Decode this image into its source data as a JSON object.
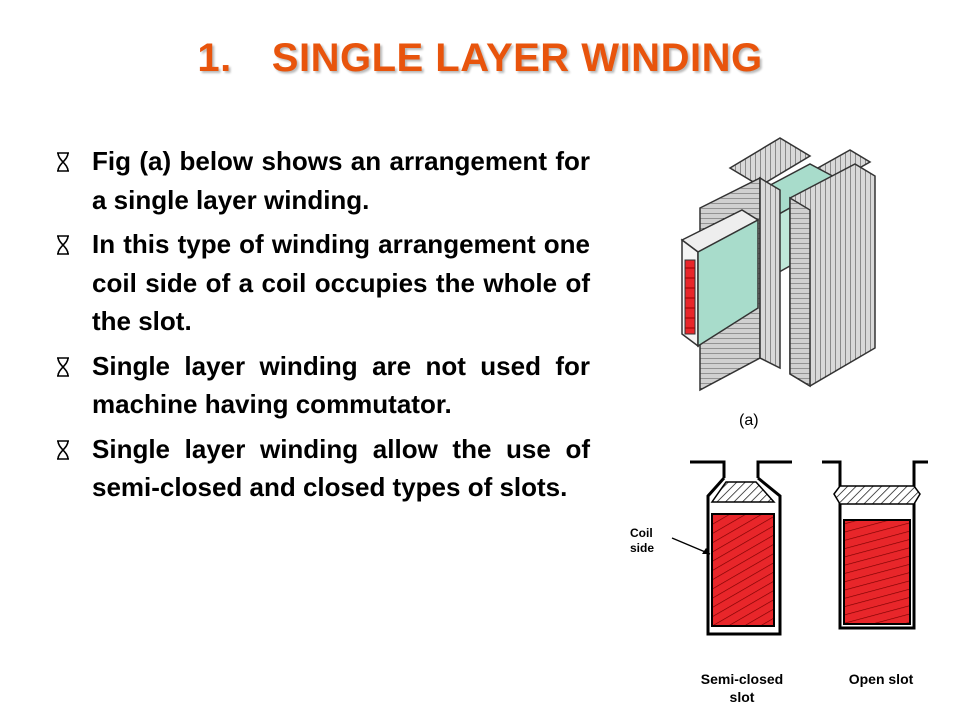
{
  "slide": {
    "title_number": "1.",
    "title_text": "SINGLE LAYER WINDING"
  },
  "bullets": [
    {
      "text": "Fig (a) below shows an arrangement for a single layer winding."
    },
    {
      "text": "In this type of winding arrangement one coil side of a coil occupies the whole of the slot."
    },
    {
      "text": "Single layer winding are not used for machine having commutator."
    },
    {
      "text": "Single layer winding allow the use of semi-closed and closed types of slots."
    }
  ],
  "figure": {
    "caption_a": "(a)",
    "coil_label_line1": "Coil",
    "coil_label_line2": "side",
    "semi_closed_line1": "Semi-closed",
    "semi_closed_line2": "slot",
    "open_slot": "Open slot"
  },
  "colors": {
    "title": "#e8540c",
    "coil_red": "#e8262a",
    "teal": "#a8dccb",
    "stack_grey": "#cfcfcf"
  }
}
